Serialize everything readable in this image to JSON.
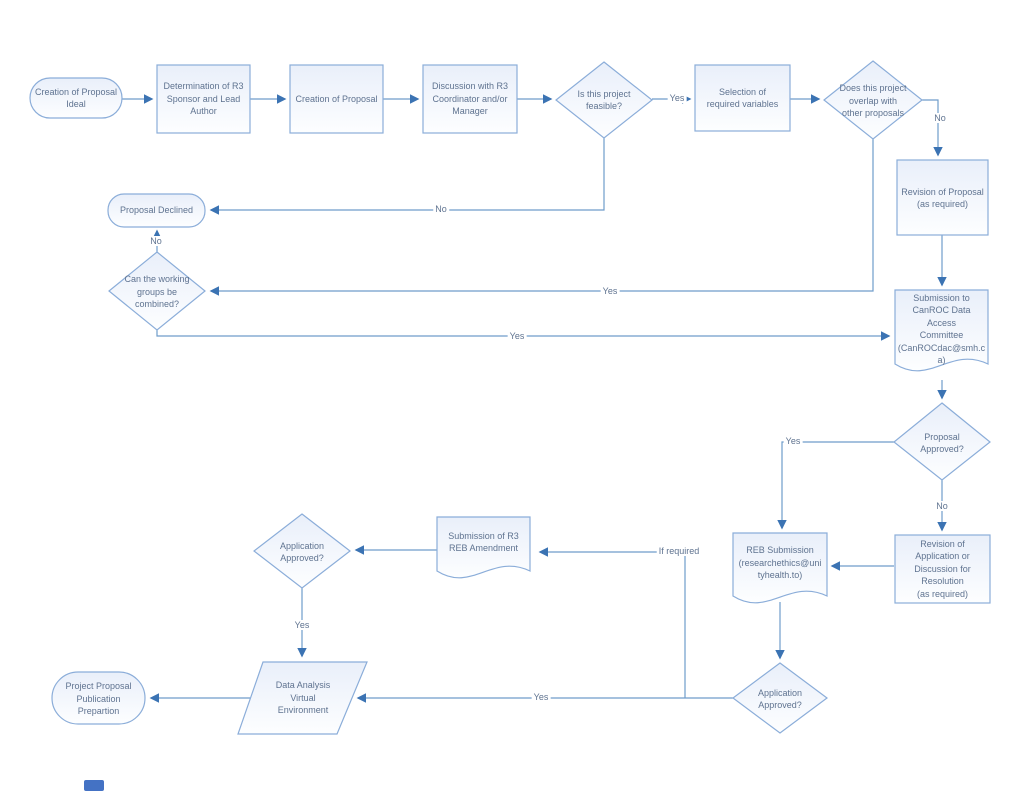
{
  "nodes": {
    "ideal": {
      "type": "terminator",
      "label": "Creation of Proposal\nIdeal"
    },
    "determine_sponsor": {
      "type": "process",
      "label": "Determination of R3\nSponsor and Lead\nAuthor"
    },
    "creation_proposal": {
      "type": "process",
      "label": "Creation of Proposal"
    },
    "discussion_r3": {
      "type": "process",
      "label": "Discussion with R3\nCoordinator and/or\nManager"
    },
    "feasible": {
      "type": "decision",
      "label": "Is this project\nfeasible?"
    },
    "selection_variables": {
      "type": "process",
      "label": "Selection of\nrequired variables"
    },
    "overlap": {
      "type": "decision",
      "label": "Does this project\noverlap with\nother proposals"
    },
    "revision_proposal": {
      "type": "process",
      "label": "Revision of Proposal\n(as required)"
    },
    "dac_submission": {
      "type": "document",
      "label": "Submission to\nCanROC Data Access\nCommittee\n(CanROCdac@smh.c\na)"
    },
    "proposal_approved": {
      "type": "decision",
      "label": "Proposal\nApproved?"
    },
    "reb_submission": {
      "type": "document",
      "label": "REB Submission\n(researchethics@uni\ntyhealth.to)"
    },
    "revision_application": {
      "type": "process",
      "label": "Revision of\nApplication or\nDiscussion for\nResolution\n(as required)"
    },
    "reb_amendment": {
      "type": "document",
      "label": "Submission of R3\nREB Amendment"
    },
    "app_approved_left": {
      "type": "decision",
      "label": "Application\nApproved?"
    },
    "app_approved_right": {
      "type": "decision",
      "label": "Application\nApproved?"
    },
    "data_analysis": {
      "type": "parallelogram",
      "label": "Data Analysis\nVirtual\nEnvironment"
    },
    "declined": {
      "type": "terminator",
      "label": "Proposal Declined"
    },
    "combined": {
      "type": "decision",
      "label": "Can the working\ngroups be\ncombined?"
    },
    "pub_prep": {
      "type": "terminator",
      "label": "Project Proposal\nPublication\nPrepartion"
    }
  },
  "edge_labels": {
    "feasible_yes": "Yes",
    "feasible_no": "No",
    "overlap_no": "No",
    "overlap_yes": "Yes",
    "combined_no": "No",
    "combined_yes": "Yes",
    "proposal_yes": "Yes",
    "proposal_no": "No",
    "if_required": "If required",
    "app_right_yes": "Yes",
    "app_left_yes": "Yes"
  },
  "colors": {
    "connector": "#6f9cca",
    "arrow": "#3b73b3",
    "shape_border": "#8badd9",
    "shape_fill_top": "#e9effa",
    "shape_fill_bottom": "#fdfeff",
    "text": "#5f7390",
    "page_tab": "#4472c4"
  }
}
